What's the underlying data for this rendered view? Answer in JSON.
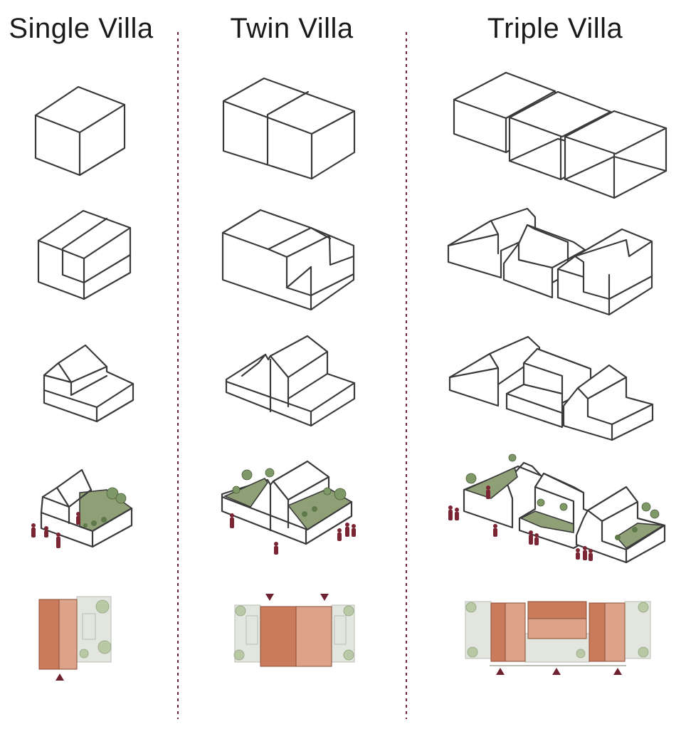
{
  "columns": [
    {
      "id": "single",
      "title": "Single Villa"
    },
    {
      "id": "twin",
      "title": "Twin Villa"
    },
    {
      "id": "triple",
      "title": "Triple Villa"
    }
  ],
  "colors": {
    "outline": "#3a3a3a",
    "divider": "#6e2230",
    "roof_dark": "#c97b5c",
    "roof_light": "#dca28a",
    "greenery": "#8fa077",
    "people": "#7b2433",
    "entrance_arrow": "#6e2230"
  },
  "rows": [
    "massing",
    "carved",
    "pitched-roof",
    "landscaped",
    "roof-plan"
  ]
}
